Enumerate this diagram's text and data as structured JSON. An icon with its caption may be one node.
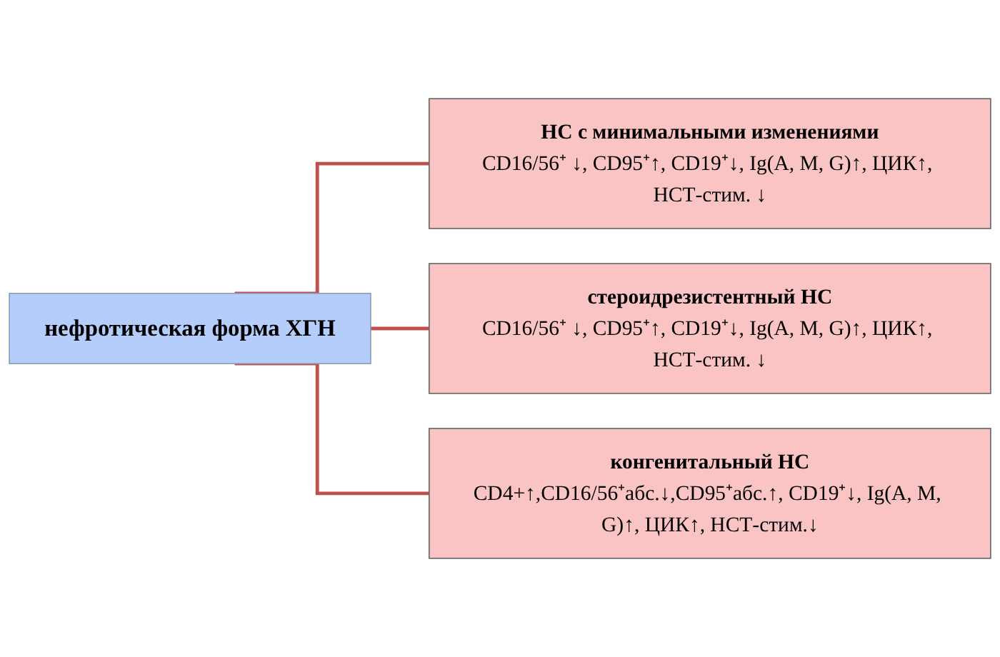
{
  "diagram": {
    "nodes": [
      {
        "text": [
          "нефротическая форма ХГН"
        ]
      },
      {
        "text": [
          "НС с минимальными изменениями",
          "CD16/56⁺ ↓, CD95⁺↑, CD19⁺↓, Ig(A, M, G)↑, ЦИК↑, НСТ-стим. ↓"
        ]
      },
      {
        "text": [
          "стероидрезистентный НС",
          "CD16/56⁺ ↓, CD95⁺↑, CD19⁺↓, Ig(A, M, G)↑, ЦИК↑, НСТ-стим. ↓"
        ]
      },
      {
        "text": [
          "конгенитальный НС",
          "CD4+↑,CD16/56⁺абс.↓,CD95⁺абс.↑, CD19⁺↓, Ig(A, M, G)↑, ЦИК↑, НСТ-стим.↓"
        ]
      }
    ],
    "edges": [
      {
        "from": 0,
        "to": 1,
        "arrow": "none",
        "color": "#c0504d"
      },
      {
        "from": 0,
        "to": 2,
        "arrow": "none",
        "color": "#c0504d"
      },
      {
        "from": 0,
        "to": 3,
        "arrow": "none",
        "color": "#c0504d"
      }
    ]
  }
}
